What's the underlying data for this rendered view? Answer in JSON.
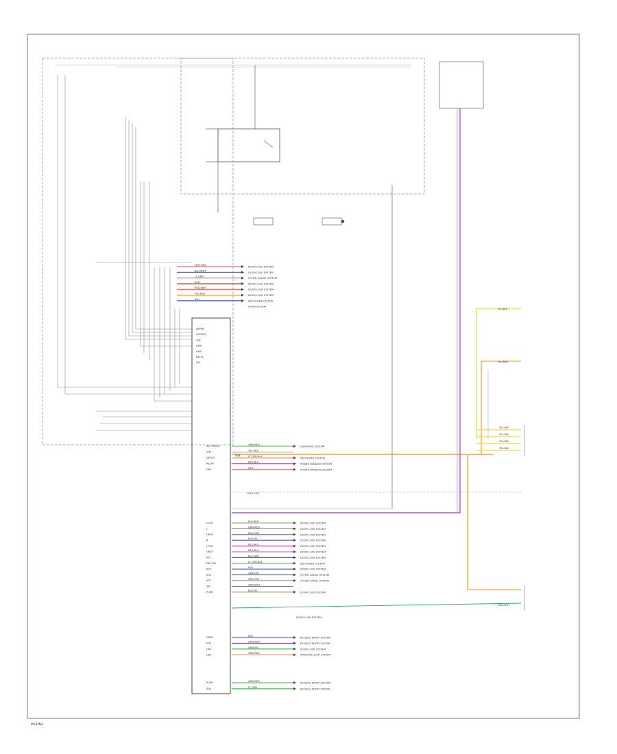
{
  "colors": {
    "ltgrn": "#33bb33",
    "ltgrn_blk": "#55aa55",
    "grn_blk": "#22aa66",
    "blk_wht": "#777777",
    "blk_yel": "#999955",
    "blu_wht": "#4455ee",
    "blu": "#3344dd",
    "blu_red": "#7744cc",
    "red_wht": "#ee4444",
    "red_blu": "#cc4499",
    "red": "#dd2222",
    "yel_red": "#ee8833",
    "yel_blu": "#cc9933",
    "org": "#ff8800",
    "yel": "#e8d000",
    "violet": "#9933cc",
    "grey": "#999999"
  },
  "legend": [
    {
      "text": "WHT-RED",
      "color": "red_wht"
    },
    {
      "text": "BLU-WHT",
      "color": "blu_wht"
    },
    {
      "text": "LT GRN",
      "color": "ltgrn"
    },
    {
      "text": "RED",
      "color": "red"
    },
    {
      "text": "RED-WHT",
      "color": "red_wht"
    },
    {
      "text": "YEL-RED",
      "color": "yel_red"
    },
    {
      "text": "BLU",
      "color": "blu"
    }
  ],
  "legend_targets": [
    "DOOR LOCK SYSTEM",
    "DOOR LOCK SYSTEM",
    "OTHER GAUGE SYSTEM",
    "DOOR LOCK SYSTEM",
    "DOOR LOCK SYSTEM",
    "DOOR LOCK SYSTEM",
    "DEFOGGER SYSTEM",
    "HORN SYSTEM"
  ],
  "upper_pins": [
    {
      "text": "WIPER"
    },
    {
      "text": "SYSTEM"
    },
    {
      "text": "IGN"
    },
    {
      "text": "GND"
    },
    {
      "text": "GND"
    },
    {
      "text": "BELTS"
    },
    {
      "text": "SW"
    }
  ],
  "wires_mid": [
    {
      "pin": "ACC RELAY",
      "wire": "GRN-RED",
      "color": "ltgrn",
      "target": "CHARGING SYSTEM"
    },
    {
      "pin": "IGN",
      "wire": "YEL-RED",
      "color": "org",
      "target": ""
    },
    {
      "pin": "DEFOG",
      "wire": "LT GRN-BLK",
      "color": "yel_red",
      "target": "DEFOGGER SYSTEM"
    },
    {
      "pin": "RELAY",
      "wire": "RED-BLU",
      "color": "red_blu",
      "target": "POWER WINDOW SYSTEM"
    },
    {
      "pin": "FAN",
      "wire": "RED",
      "color": "red",
      "target": "POWER WINDOW SYSTEM"
    }
  ],
  "wires_lower": [
    {
      "pin": "LOCK",
      "wire": "BLK-WHT",
      "color": "blk_yel",
      "target": "DOOR LOCK SYSTEM"
    },
    {
      "pin": "L",
      "wire": "GRN-RED",
      "color": "ltgrn",
      "target": "DOOR LOCK SYSTEM"
    },
    {
      "pin": "UNLK",
      "wire": "BLU-RED",
      "color": "blu_red",
      "target": "DOOR LOCK SYSTEM"
    },
    {
      "pin": "R",
      "wire": "BLU-YEL",
      "color": "blu_wht",
      "target": "DOOR LOCK SYSTEM"
    },
    {
      "pin": "LOCK",
      "wire": "BLK-RED",
      "color": "red_blu",
      "target": "DOOR LOCK SYSTEM"
    },
    {
      "pin": "UNLK",
      "wire": "RED-BLU",
      "color": "red_blu",
      "target": "DOOR LOCK SYSTEM"
    },
    {
      "pin": "KEY",
      "wire": "BLU-WHT",
      "color": "blu_red",
      "target": "DOOR LOCK SYSTEM"
    },
    {
      "pin": "DEF SW",
      "wire": "LT GRN-BLK",
      "color": "ltgrn_blk",
      "target": "DEFOGGER SYSTEM"
    },
    {
      "pin": "KEY",
      "wire": "BLU",
      "color": "blu_wht",
      "target": "DOOR LOCK SYSTEM"
    },
    {
      "pin": "VOL",
      "wire": "GRY-RED",
      "color": "blk_wht",
      "target": "OTHER GAUGE SYSTEM"
    },
    {
      "pin": "VOL",
      "wire": "GRY-RED",
      "color": "blk_wht",
      "target": "OTHER GAUGE SYSTEM"
    },
    {
      "pin": "SW",
      "wire": "GRN-WHT",
      "color": "grn_blk",
      "target": ""
    },
    {
      "pin": "PUSH",
      "wire": "BLK-YEL",
      "color": "blk_yel",
      "target": "DOOR LOCK SYSTEM"
    }
  ],
  "wires_bottom": [
    {
      "pin": "MIRR",
      "wire": "BLU",
      "color": "blu",
      "target": "KEYLESS ENTRY SYSTEM"
    },
    {
      "pin": "IGN",
      "wire": "GRN-WHT",
      "color": "blu_red",
      "target": "KEYLESS ENTRY SYSTEM"
    },
    {
      "pin": "LED",
      "wire": "GRN-YEL",
      "color": "ltgrn",
      "target": "DOOR LOCK SYSTEM"
    },
    {
      "pin": "LED",
      "wire": "GRN-RED",
      "color": "yel_red",
      "target": "INTERIOR LIGHT SYSTEM"
    }
  ],
  "wires_end": [
    {
      "pin": "PUSH",
      "wire": "GRN-RED",
      "color": "ltgrn",
      "target": "KEYLESS ENTRY SYSTEM"
    },
    {
      "pin": "IGN",
      "wire": "LT GRN",
      "color": "ltgrn",
      "target": "KEYLESS ENTRY SYSTEM"
    }
  ],
  "right_pins": [
    {
      "text": "YEL-BLK"
    },
    {
      "text": "YEL-BLK"
    },
    {
      "text": "YEL-BLK"
    },
    {
      "text": "YEL-BLK"
    }
  ],
  "labels": {
    "footer": "WHDNA",
    "bottom_target": "DOOR LOCK SYSTEM",
    "ign": "IGN",
    "yel_red": "YEL-RED",
    "grn_wht": "GRN-WHT",
    "yel_blk": "YEL-BLK",
    "lock_out": "LOCK OUT"
  }
}
